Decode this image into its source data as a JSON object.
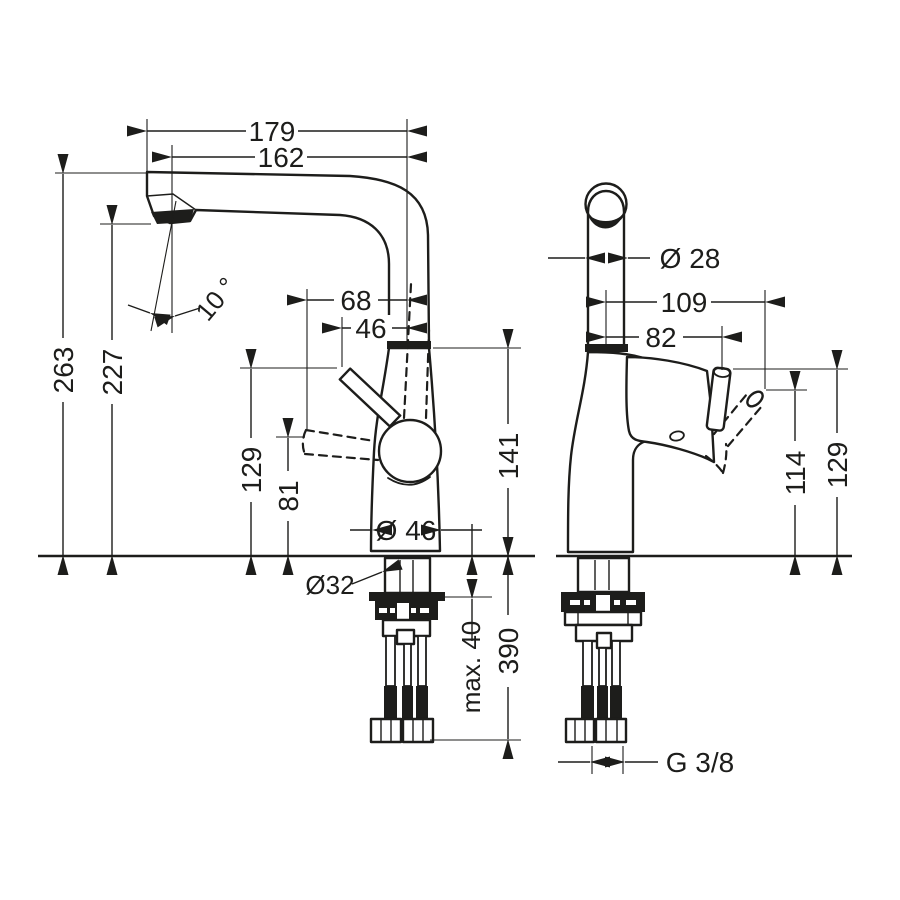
{
  "drawing": {
    "background": "#ffffff",
    "line_color": "#1d1d1b",
    "front_view": {
      "width_total": "179",
      "width_spout": "162",
      "height_spout_top": "263",
      "height_outlet": "227",
      "spout_angle": "10 °",
      "handle_reach": "68",
      "handle_reach_open": "46",
      "handle_height": "129",
      "handle_height_low": "81",
      "body_height": "141",
      "base_diameter": "Ø 46",
      "shank_diameter": "Ø32",
      "mounting_thickness": "max. 40",
      "under_counter_height": "390"
    },
    "side_view": {
      "spout_diameter": "Ø 28",
      "handle_reach": "109",
      "handle_reach_open": "82",
      "handle_height_tilt": "114",
      "handle_height": "129",
      "connection_thread": "G 3/8"
    }
  }
}
